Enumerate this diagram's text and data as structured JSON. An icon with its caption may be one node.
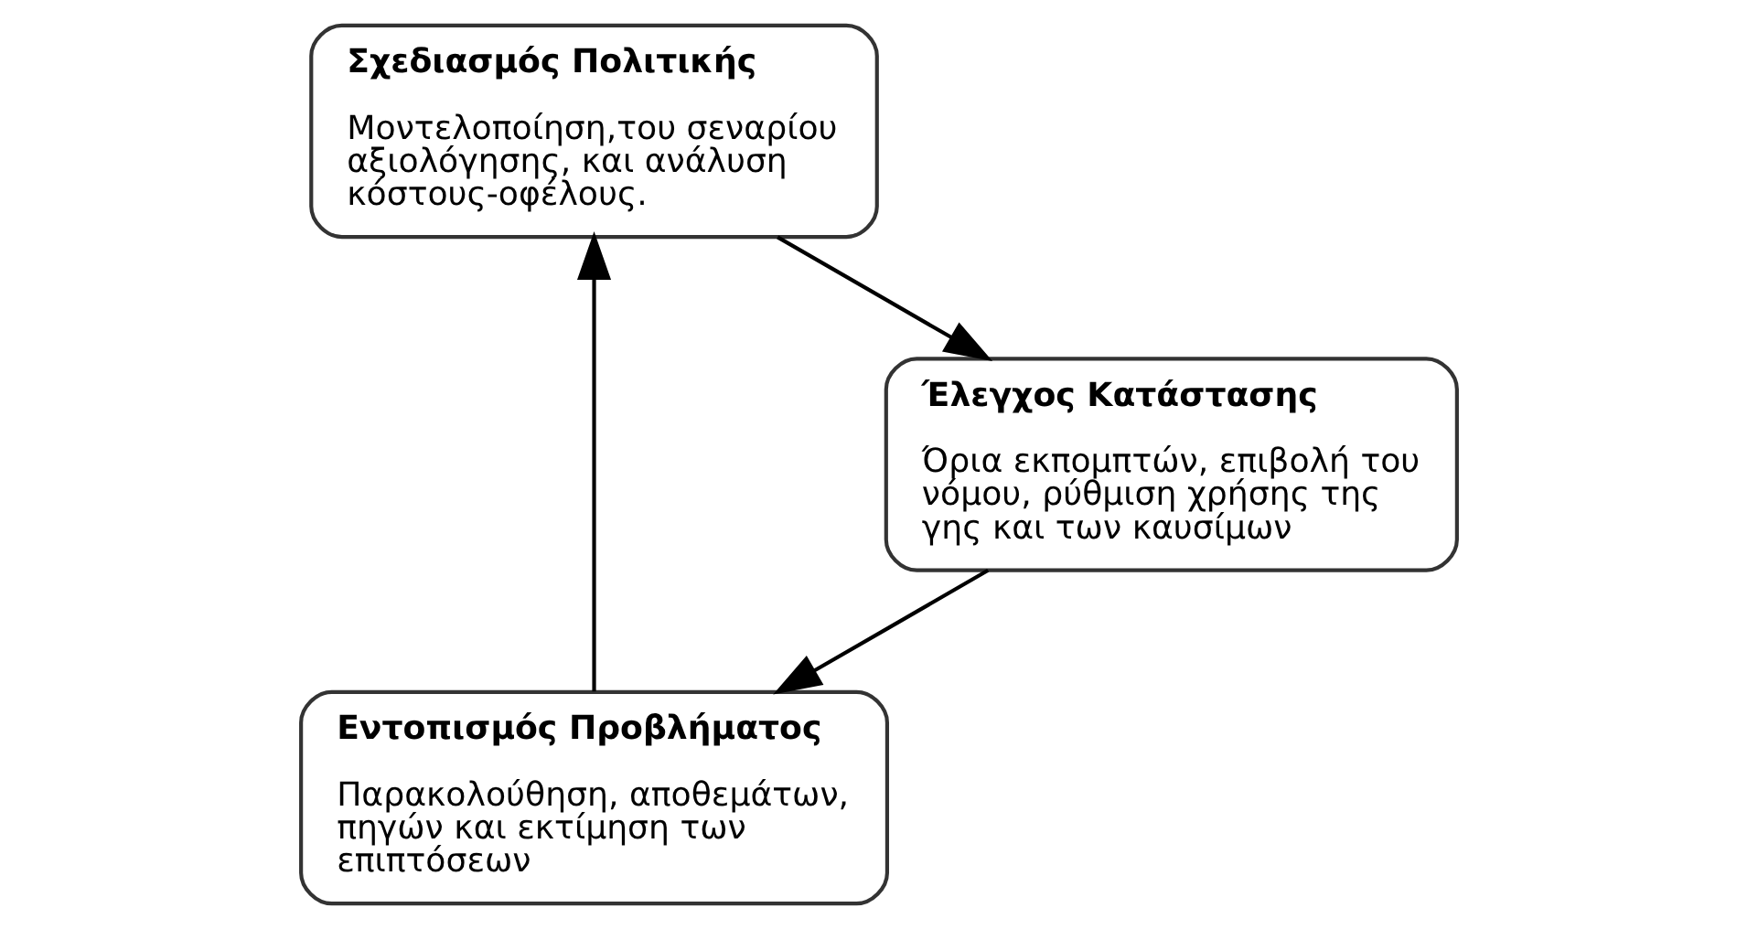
{
  "diagram": {
    "nodes": [
      {
        "text": [
          "Εντοπισμός Προβλήματος",
          "Παρακολούθηση, αποθεμάτων, πηγών και εκτίμηση των επιπτόσεων"
        ]
      },
      {
        "text": [
          "Σχεδιασμός Πολιτικής",
          "Μοντελοποίηση,του σεναρίου αξιολόγησης, και ανάλυση κόστους-οφέλους."
        ]
      },
      {
        "text": [
          "Έλεγχος Κατάστασης",
          "Όρια εκπομπτών, επιβολή του νόμου, ρύθμιση χρήσης της γης και των καυσίμων"
        ]
      }
    ],
    "edges": [
      {
        "from": 0,
        "to": 1,
        "arrow": "to"
      },
      {
        "from": 1,
        "to": 2,
        "arrow": "to"
      },
      {
        "from": 2,
        "to": 0,
        "arrow": "to"
      }
    ]
  }
}
